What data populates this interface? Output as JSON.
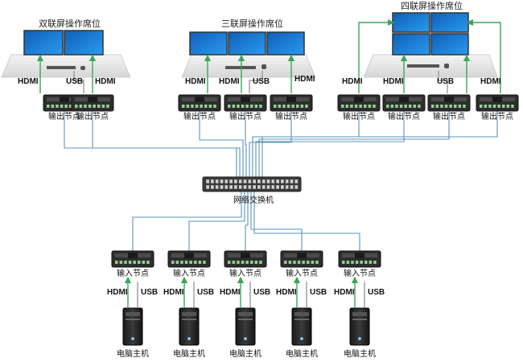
{
  "workstations": [
    {
      "title": "双联屏操作席位",
      "hdmi_left": "HDMI",
      "usb": "USB",
      "hdmi_right": "HDMI"
    },
    {
      "title": "三联屏操作席位",
      "hdmi_left": "HDMI",
      "hdmi_mid": "HDMI",
      "usb": "USB",
      "hdmi_right": "HDMI"
    },
    {
      "title": "四联屏操作席位",
      "hdmi_1": "HDMI",
      "hdmi_2": "HDMI",
      "usb": "USB",
      "hdmi_4": "HDMI"
    }
  ],
  "output_nodes": [
    "输出节点",
    "输出节点",
    "输出节点",
    "输出节点",
    "输出节点",
    "输出节点",
    "输出节点",
    "输出节点",
    "输出节点"
  ],
  "switch_label": "网络交换机",
  "input_nodes": [
    "输入节点",
    "输入节点",
    "输入节点",
    "输入节点",
    "输入节点"
  ],
  "computers": [
    {
      "hdmi": "HDMI",
      "usb": "USB",
      "label": "电脑主机"
    },
    {
      "hdmi": "HDMI",
      "usb": "USB",
      "label": "电脑主机"
    },
    {
      "hdmi": "HDMI",
      "usb": "USB",
      "label": "电脑主机"
    },
    {
      "hdmi": "HDMI",
      "usb": "USB",
      "label": "电脑主机"
    },
    {
      "hdmi": "HDMI",
      "usb": "USB",
      "label": "电脑主机"
    }
  ],
  "colors": {
    "network_line": "#5b93b8",
    "hdmi_line": "#3aa55a",
    "usb_line": "#9a9a9a",
    "screen": "#1e7fd6"
  }
}
